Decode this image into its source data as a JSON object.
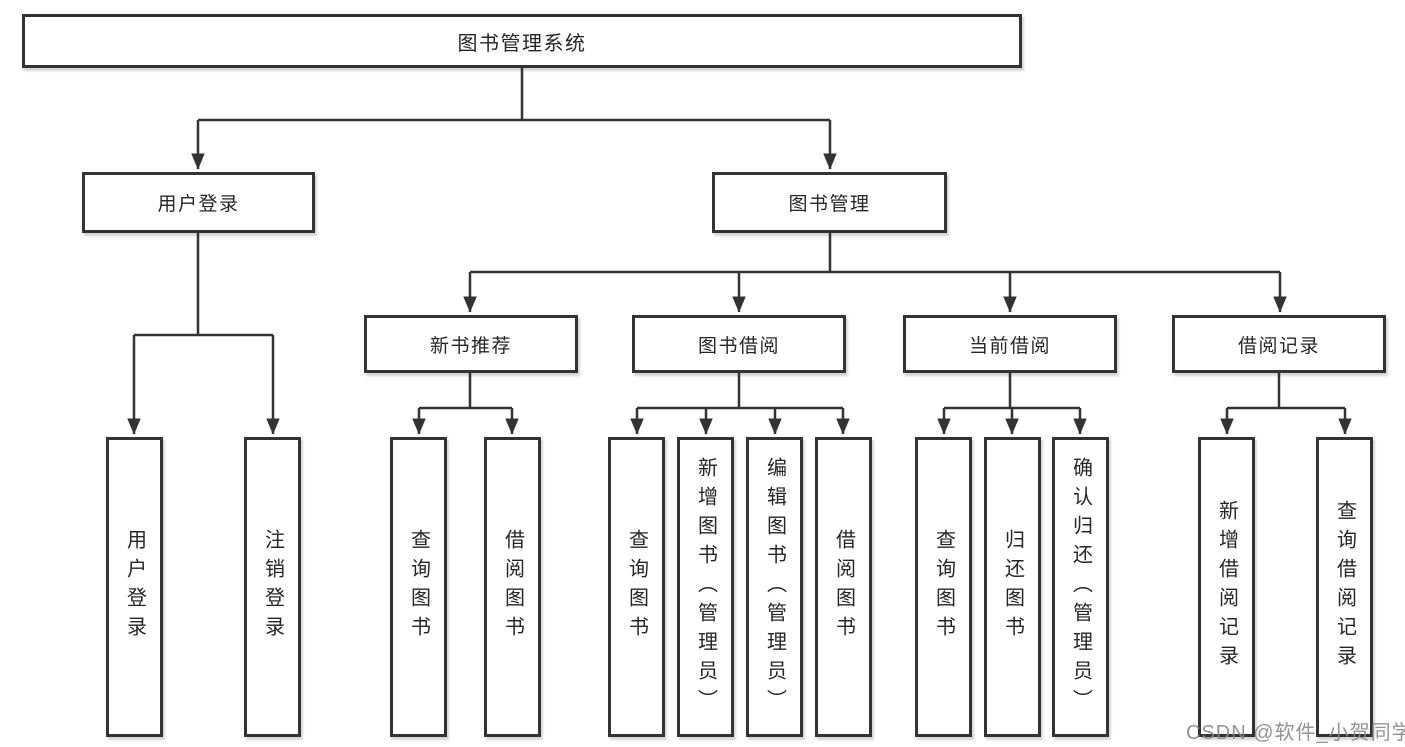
{
  "diagram_type": "hierarchy-tree",
  "title": "图书管理系统",
  "watermark": {
    "text": "CSDN @软件_小贺同学"
  },
  "colors": {
    "background": "#ffffff",
    "line": "#333333",
    "box_border": "#333333",
    "box_fill": "#ffffff",
    "text": "#262626",
    "watermark": "#878787"
  },
  "tree": {
    "label": "图书管理系统",
    "children": [
      {
        "label": "用户登录",
        "children": [
          {
            "label": "用户登录"
          },
          {
            "label": "注销登录"
          }
        ]
      },
      {
        "label": "图书管理",
        "children": [
          {
            "label": "新书推荐",
            "children": [
              {
                "label": "查询图书"
              },
              {
                "label": "借阅图书"
              }
            ]
          },
          {
            "label": "图书借阅",
            "children": [
              {
                "label": "查询图书"
              },
              {
                "label": "新增图书（管理员）"
              },
              {
                "label": "编辑图书（管理员）"
              },
              {
                "label": "借阅图书"
              }
            ]
          },
          {
            "label": "当前借阅",
            "children": [
              {
                "label": "查询图书"
              },
              {
                "label": "归还图书"
              },
              {
                "label": "确认归还（管理员）"
              }
            ]
          },
          {
            "label": "借阅记录",
            "children": [
              {
                "label": "新增借阅记录"
              },
              {
                "label": "查询借阅记录"
              }
            ]
          }
        ]
      }
    ]
  }
}
